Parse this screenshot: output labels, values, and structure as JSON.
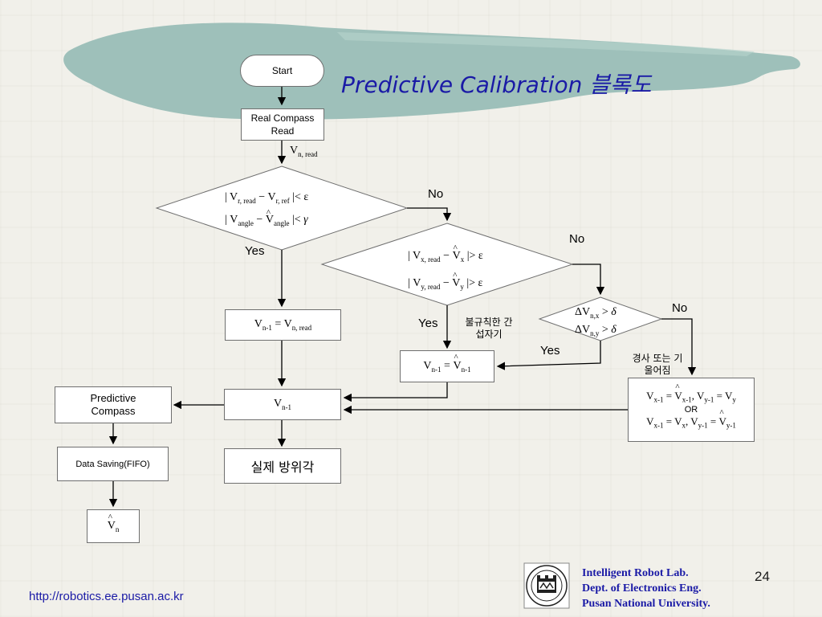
{
  "slide": {
    "title": "Predictive Calibration 블록도",
    "url": "http://robotics.ee.pusan.ac.kr",
    "page_number": "24",
    "lab": [
      "Intelligent Robot Lab.",
      "Dept. of Electronics Eng.",
      "Pusan National  University."
    ]
  },
  "flow": {
    "start": "Start",
    "real_compass_read": "Real Compass Read",
    "predictive_compass": "Predictive Compass",
    "data_saving": "Data Saving(FIFO)",
    "real_heading": "실제 방위각",
    "or_label": "OR",
    "labels": {
      "no1": "No",
      "no2": "No",
      "no3": "No",
      "yes1": "Yes",
      "yes2": "Yes",
      "yes3": "Yes",
      "irregular_noise": "불규칙한 간섭자기",
      "tilt": "경사 또는 기울어짐"
    }
  },
  "colors": {
    "title": "#1a1aa6",
    "brush_stroke": "#9ec0ba",
    "box_border": "#6f6f6f"
  }
}
